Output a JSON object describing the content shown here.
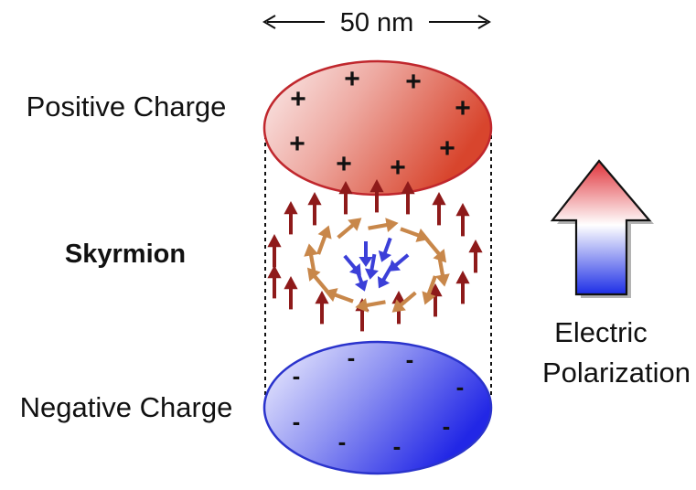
{
  "scale_bar": {
    "label": "50 nm"
  },
  "labels": {
    "positive": "Positive Charge",
    "skyrmion": "Skyrmion",
    "negative": "Negative Charge",
    "polarization_line1": "Electric",
    "polarization_line2": "Polarization"
  },
  "charges": {
    "plus_sign": "+",
    "minus_sign": "-"
  },
  "colors": {
    "positive_plate_light": "#f8e4e4",
    "positive_plate_dark": "#d8452d",
    "negative_plate_light": "#f2f2ff",
    "negative_plate_dark": "#2227e6",
    "spin_up": "#8e1a1a",
    "spin_tilt": "#c8874a",
    "spin_core": "#3b3fd8",
    "arrow_top": "#e0333a",
    "arrow_bottom": "#1d2ee6"
  }
}
